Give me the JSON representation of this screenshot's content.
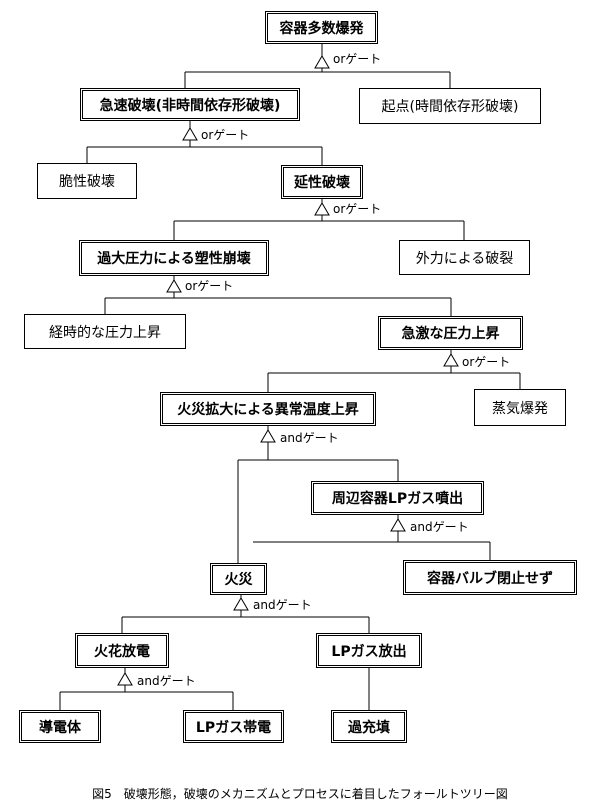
{
  "nodes": {
    "n1": {
      "label": "容器多数爆発",
      "border": "double"
    },
    "n2": {
      "label": "急速破壊(非時間依存形破壊)",
      "border": "double"
    },
    "n3": {
      "label": "起点(時間依存形破壊)",
      "border": "single"
    },
    "n4": {
      "label": "脆性破壊",
      "border": "single"
    },
    "n5": {
      "label": "延性破壊",
      "border": "double"
    },
    "n6": {
      "label": "過大圧力による塑性崩壊",
      "border": "double"
    },
    "n7": {
      "label": "外力による破裂",
      "border": "single"
    },
    "n8": {
      "label": "経時的な圧力上昇",
      "border": "single"
    },
    "n9": {
      "label": "急激な圧力上昇",
      "border": "double"
    },
    "n10": {
      "label": "火災拡大による異常温度上昇",
      "border": "double"
    },
    "n11": {
      "label": "蒸気爆発",
      "border": "single"
    },
    "n12": {
      "label": "周辺容器LPガス噴出",
      "border": "double"
    },
    "n13": {
      "label": "火災",
      "border": "double"
    },
    "n14": {
      "label": "容器バルブ閉止せず",
      "border": "double"
    },
    "n15": {
      "label": "火花放電",
      "border": "double"
    },
    "n16": {
      "label": "LPガス放出",
      "border": "double"
    },
    "n17": {
      "label": "導電体",
      "border": "double"
    },
    "n18": {
      "label": "LPガス帯電",
      "border": "double"
    },
    "n19": {
      "label": "過充填",
      "border": "double"
    }
  },
  "gates": {
    "g1": {
      "label": "orゲート",
      "type": "or"
    },
    "g2": {
      "label": "orゲート",
      "type": "or"
    },
    "g3": {
      "label": "orゲート",
      "type": "or"
    },
    "g4": {
      "label": "orゲート",
      "type": "or"
    },
    "g5": {
      "label": "orゲート",
      "type": "or"
    },
    "g6": {
      "label": "andゲート",
      "type": "and"
    },
    "g7": {
      "label": "andゲート",
      "type": "and"
    },
    "g8": {
      "label": "andゲート",
      "type": "and"
    },
    "g9": {
      "label": "andゲート",
      "type": "and"
    }
  },
  "caption": "図5　破壊形態，破壊のメカニズムとプロセスに着目したフォールトツリー図"
}
